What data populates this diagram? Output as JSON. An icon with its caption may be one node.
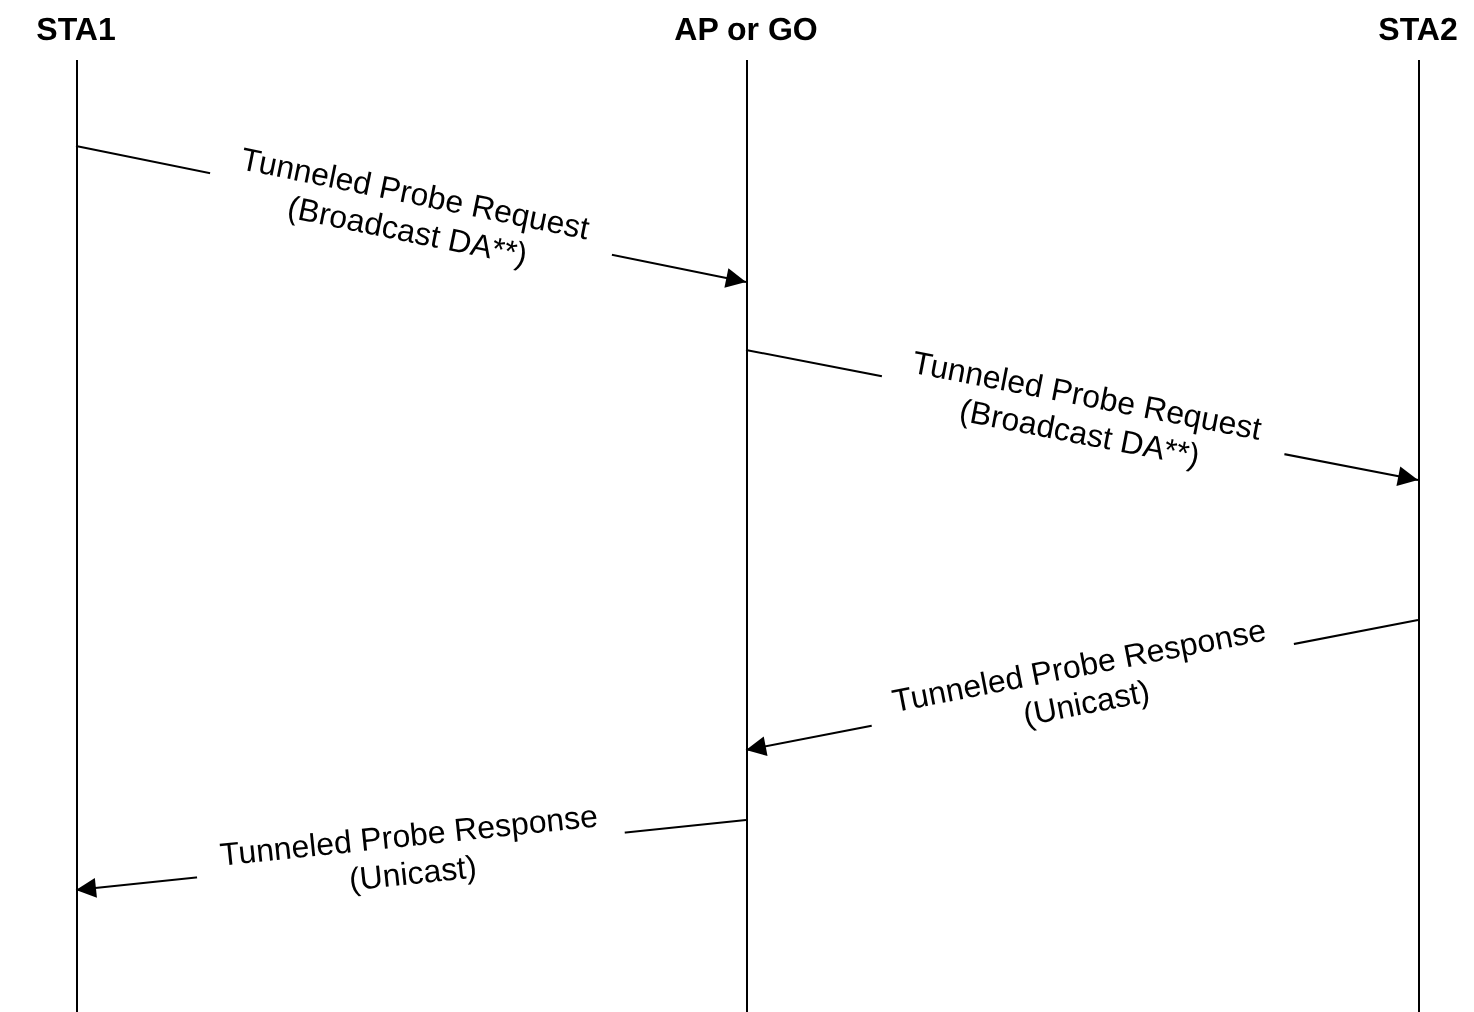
{
  "diagram": {
    "nodes": [
      {
        "text": [
          "STA1"
        ]
      },
      {
        "text": [
          "AP or GO"
        ]
      },
      {
        "text": [
          "STA2"
        ]
      }
    ],
    "edges": [
      {
        "from": 0,
        "to": 1,
        "arrow": "to",
        "label": "Tunneled Probe Request (Broadcast DA**)"
      },
      {
        "from": 1,
        "to": 2,
        "arrow": "to",
        "label": "Tunneled Probe Request (Broadcast DA**)"
      },
      {
        "from": 2,
        "to": 1,
        "arrow": "to",
        "label": "Tunneled Probe Response (Unicast)"
      },
      {
        "from": 1,
        "to": 0,
        "arrow": "to",
        "label": "Tunneled Probe Response (Unicast)"
      }
    ]
  }
}
